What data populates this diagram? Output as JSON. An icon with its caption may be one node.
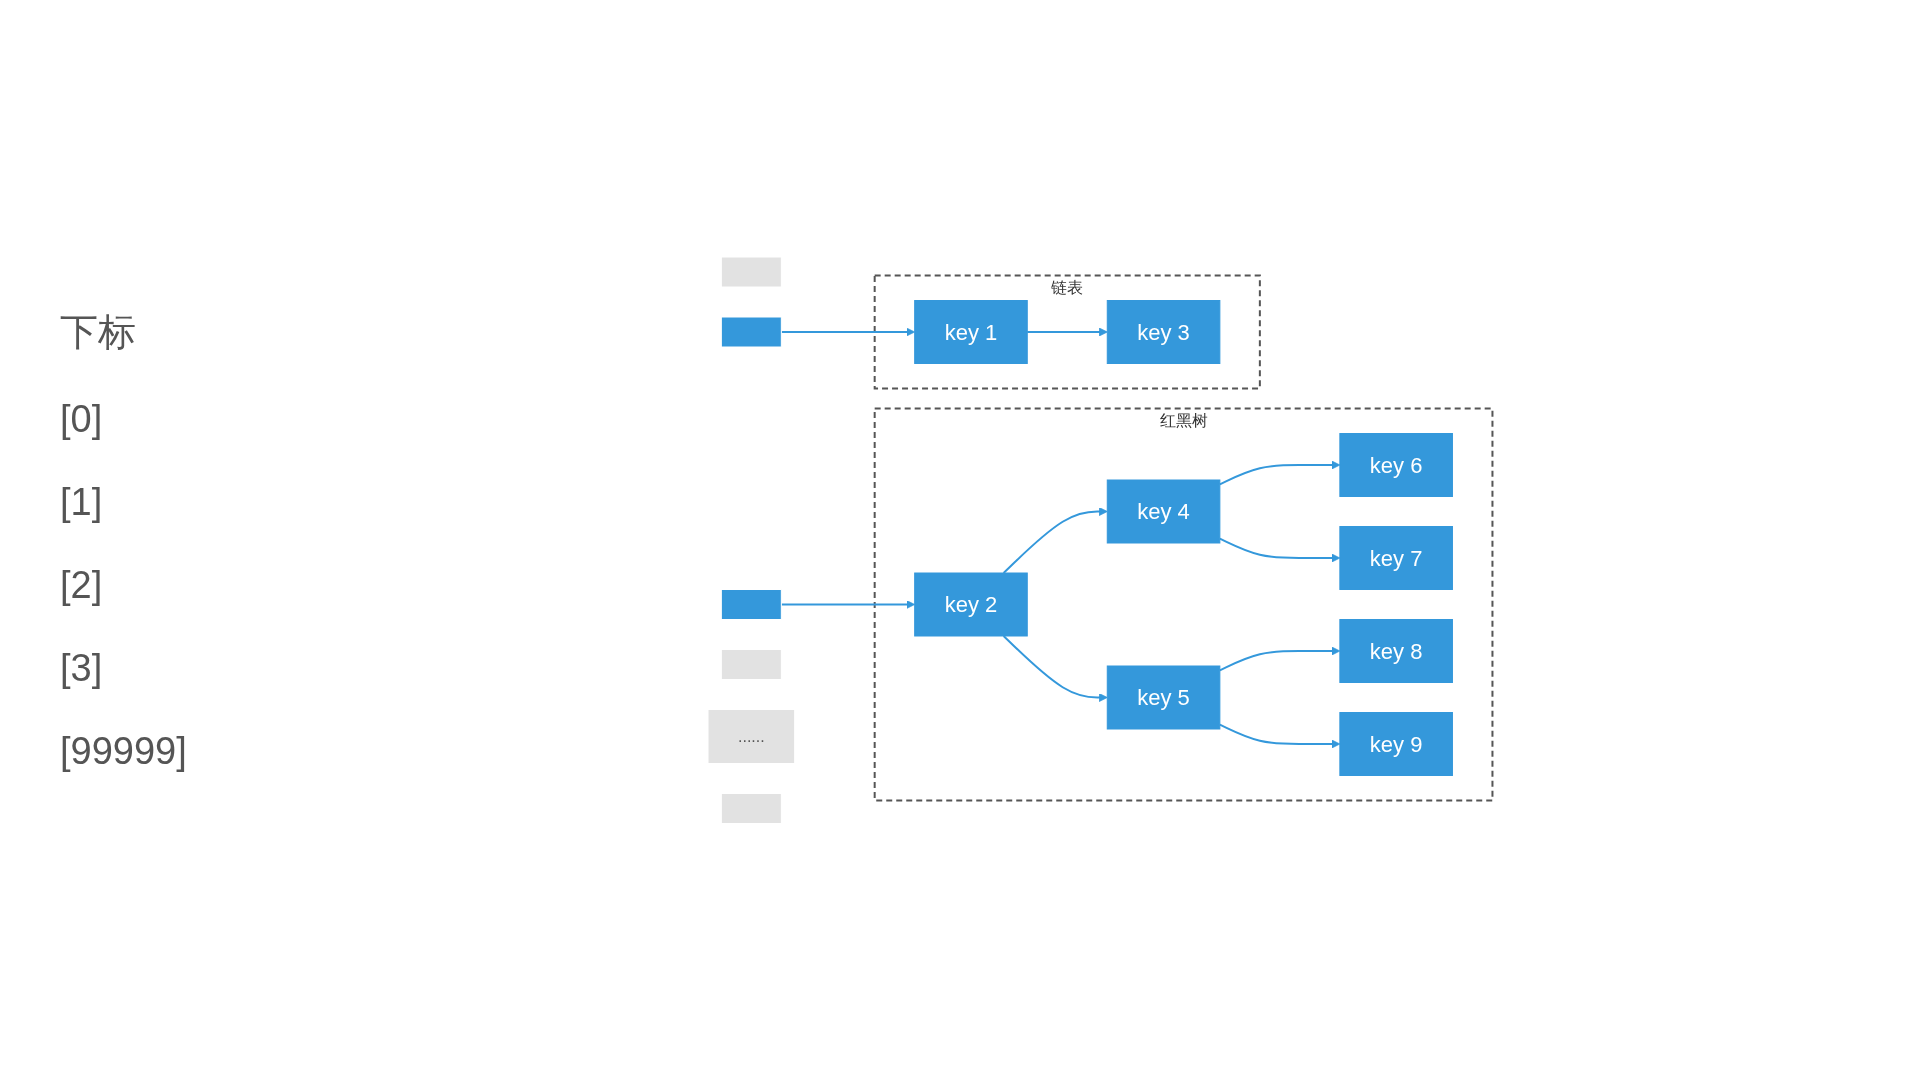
{
  "diagram": {
    "nodes": [
      {
        "text": [],
        "shape": "box"
      },
      {
        "text": [],
        "shape": "box"
      },
      {
        "text": [],
        "shape": "box"
      },
      {
        "text": [],
        "shape": "box"
      },
      {
        "text": [
          "......"
        ]
      },
      {
        "text": [],
        "shape": "box"
      },
      {
        "text": [
          "链表"
        ]
      },
      {
        "text": [
          "key 1"
        ],
        "in": 6
      },
      {
        "text": [
          "key 3"
        ],
        "in": 6
      },
      {
        "text": [
          "红黑树"
        ]
      },
      {
        "text": [
          "key 2"
        ],
        "in": 9
      },
      {
        "text": [
          "key 4"
        ],
        "in": 9
      },
      {
        "text": [
          "key 5"
        ],
        "in": 9
      },
      {
        "text": [
          "key 6"
        ],
        "in": 9
      },
      {
        "text": [
          "key 7"
        ],
        "in": 9
      },
      {
        "text": [
          "key 8"
        ],
        "in": 9
      },
      {
        "text": [
          "key 9"
        ],
        "in": 9
      }
    ],
    "edges": [
      {
        "from": 1,
        "to": 7,
        "arrow": "to"
      },
      {
        "from": 7,
        "to": 8,
        "arrow": "to"
      },
      {
        "from": 2,
        "to": 10,
        "arrow": "to"
      },
      {
        "from": 10,
        "to": 11,
        "arrow": "to"
      },
      {
        "from": 10,
        "to": 12,
        "arrow": "to"
      },
      {
        "from": 11,
        "to": 13,
        "arrow": "to"
      },
      {
        "from": 11,
        "to": 14,
        "arrow": "to"
      },
      {
        "from": 12,
        "to": 15,
        "arrow": "to"
      },
      {
        "from": 12,
        "to": 16,
        "arrow": "to"
      }
    ],
    "labels": [
      "下标",
      "[0]",
      "[1]",
      "[2]",
      "[3]",
      "[99999]"
    ]
  }
}
